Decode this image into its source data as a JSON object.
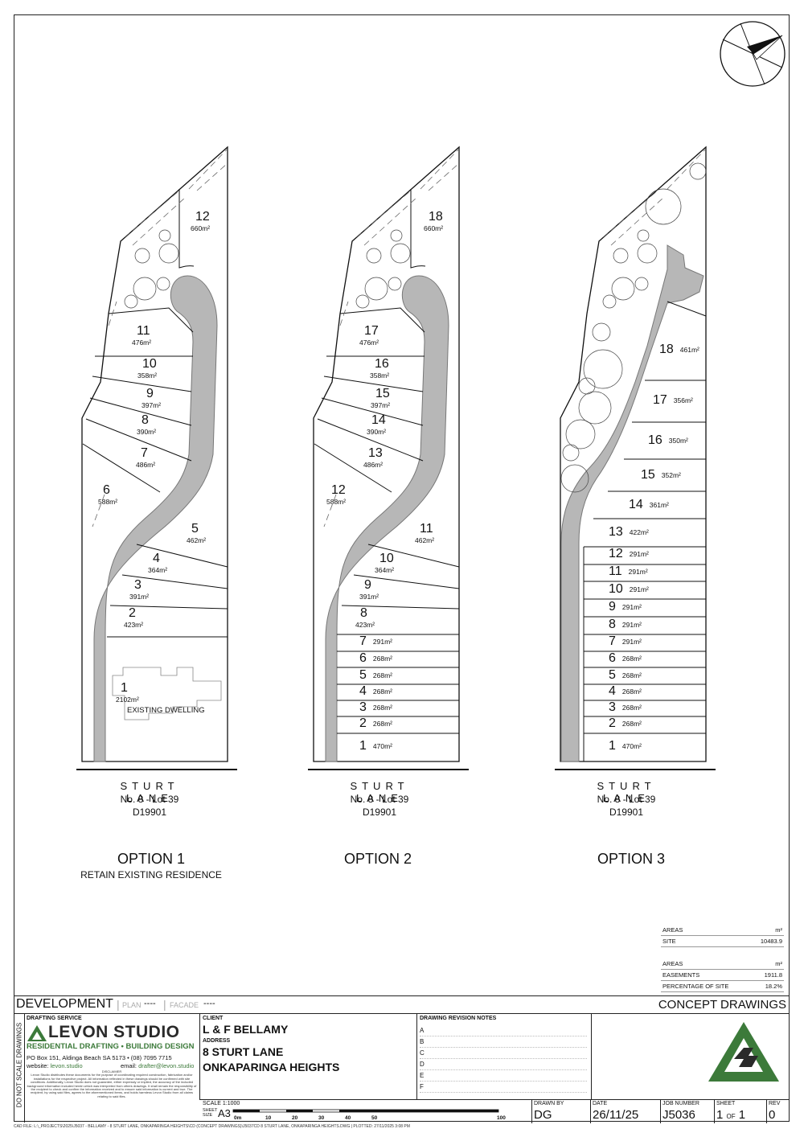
{
  "options": [
    {
      "title": "OPTION 1",
      "subtitle": "RETAIN EXISTING RESIDENCE",
      "street": "STURT LANE",
      "lot": "No. 8 - Lot 39",
      "plan": "D19901",
      "lots": [
        {
          "n": "12",
          "area": "660m²"
        },
        {
          "n": "11",
          "area": "476m²"
        },
        {
          "n": "10",
          "area": "358m²"
        },
        {
          "n": "9",
          "area": "397m²"
        },
        {
          "n": "8",
          "area": "390m²"
        },
        {
          "n": "7",
          "area": "486m²"
        },
        {
          "n": "6",
          "area": "588m²"
        },
        {
          "n": "5",
          "area": "462m²"
        },
        {
          "n": "4",
          "area": "364m²"
        },
        {
          "n": "3",
          "area": "391m²"
        },
        {
          "n": "2",
          "area": "423m²"
        },
        {
          "n": "1",
          "area": "2102m²"
        }
      ],
      "existing_label": "EXISTING DWELLING"
    },
    {
      "title": "OPTION 2",
      "subtitle": "",
      "street": "STURT LANE",
      "lot": "No. 8 - Lot 39",
      "plan": "D19901",
      "lots": [
        {
          "n": "18",
          "area": "660m²"
        },
        {
          "n": "17",
          "area": "476m²"
        },
        {
          "n": "16",
          "area": "358m²"
        },
        {
          "n": "15",
          "area": "397m²"
        },
        {
          "n": "14",
          "area": "390m²"
        },
        {
          "n": "13",
          "area": "486m²"
        },
        {
          "n": "12",
          "area": "588m²"
        },
        {
          "n": "11",
          "area": "462m²"
        },
        {
          "n": "10",
          "area": "364m²"
        },
        {
          "n": "9",
          "area": "391m²"
        },
        {
          "n": "8",
          "area": "423m²"
        },
        {
          "n": "7",
          "area": "291m²"
        },
        {
          "n": "6",
          "area": "268m²"
        },
        {
          "n": "5",
          "area": "268m²"
        },
        {
          "n": "4",
          "area": "268m²"
        },
        {
          "n": "3",
          "area": "268m²"
        },
        {
          "n": "2",
          "area": "268m²"
        },
        {
          "n": "1",
          "area": "470m²"
        }
      ]
    },
    {
      "title": "OPTION 3",
      "subtitle": "",
      "street": "STURT LANE",
      "lot": "No. 8 - Lot 39",
      "plan": "D19901",
      "lots": [
        {
          "n": "18",
          "area": "461m²"
        },
        {
          "n": "17",
          "area": "356m²"
        },
        {
          "n": "16",
          "area": "350m²"
        },
        {
          "n": "15",
          "area": "352m²"
        },
        {
          "n": "14",
          "area": "361m²"
        },
        {
          "n": "13",
          "area": "422m²"
        },
        {
          "n": "12",
          "area": "291m²"
        },
        {
          "n": "11",
          "area": "291m²"
        },
        {
          "n": "10",
          "area": "291m²"
        },
        {
          "n": "9",
          "area": "291m²"
        },
        {
          "n": "8",
          "area": "291m²"
        },
        {
          "n": "7",
          "area": "291m²"
        },
        {
          "n": "6",
          "area": "268m²"
        },
        {
          "n": "5",
          "area": "268m²"
        },
        {
          "n": "4",
          "area": "268m²"
        },
        {
          "n": "3",
          "area": "268m²"
        },
        {
          "n": "2",
          "area": "268m²"
        },
        {
          "n": "1",
          "area": "470m²"
        }
      ]
    }
  ],
  "areas": {
    "header1": "AREAS",
    "unit1": "m²",
    "site_label": "SITE",
    "site_value": "10483.9",
    "header2": "AREAS",
    "unit2": "m²",
    "easements_label": "EASEMENTS",
    "easements_value": "1911.8",
    "pct_label": "PERCENTAGE OF SITE",
    "pct_value": "18.2%"
  },
  "titleblock": {
    "development": "DEVELOPMENT",
    "plan": "PLAN",
    "plan_dash": "----",
    "facade": "FACADE",
    "facade_dash": "----",
    "concept": "CONCEPT DRAWINGS",
    "side_text": "DO NOT SCALE DRAWINGS",
    "drafting_service": "DRAFTING SERVICE",
    "studio_name": "LEVON STUDIO",
    "studio_tagline": "RESIDENTIAL DRAFTING • BUILDING DESIGN",
    "studio_address": "PO Box 151, Aldinga Beach  SA 5173  •  (08) 7095 7715",
    "website_label": "website:",
    "website": "levon.studio",
    "email_label": "email:",
    "email": "drafter@levon.studio",
    "disclaimer_title": "DISCLAIMER",
    "disclaimer": "Levon Studio distributes these documents for the purpose of coordinating required construction, fabrication and/or installations for the respective project. All information reflected in these drawings should be confirmed with site conditions. Additionally, Levon Studio does not guarantee, either expressly or implied, the accuracy of the included background information included herein which was interpreted from others drawings. It shall remain the responsibility of the recipient to check and confirm the information received and to ensure said information is current and true. The recipient, by using said files, agrees to the aforementioned items, and holds harmless Levon Studio from all claims relating to said files.",
    "client_label": "CLIENT",
    "client": "L & F BELLAMY",
    "address_label": "ADDRESS",
    "address1": "8 STURT LANE",
    "address2": "ONKAPARINGA HEIGHTS",
    "revision_label": "DRAWING REVISION NOTES",
    "revisions": [
      "A",
      "B",
      "C",
      "D",
      "E",
      "F"
    ],
    "scale_label": "SCALE 1:1000",
    "sheet_size_label": "SHEET SIZE",
    "sheet_size": "A3",
    "scale_ticks": [
      "0m",
      "10",
      "20",
      "30",
      "40",
      "50",
      "100"
    ],
    "drawn_by_label": "DRAWN BY",
    "drawn_by": "DG",
    "date_label": "DATE",
    "date": "26/11/25",
    "job_label": "JOB NUMBER",
    "job": "J5036",
    "sheet_label": "SHEET",
    "sheet_no": "1",
    "sheet_of": "OF",
    "sheet_total": "1",
    "rev_label": "REV",
    "rev": "0"
  },
  "cad_file": "CAD FILE: L:\\_PROJECTS\\2025\\J5037 - BELLAMY - 8 STURT LANE, ONKAPARINGA HEIGHTS\\CD (CONCEPT DRAWINGS)\\J5037CD 8 STURT LANE, ONKAPARINGA HEIGHTS.DWG  |  PLOTTED: 27/11/2025 3:08 PM",
  "colors": {
    "road": "#b7b7b7",
    "brand_green": "#3c7a3a",
    "brand_dark": "#2a2a2a"
  }
}
